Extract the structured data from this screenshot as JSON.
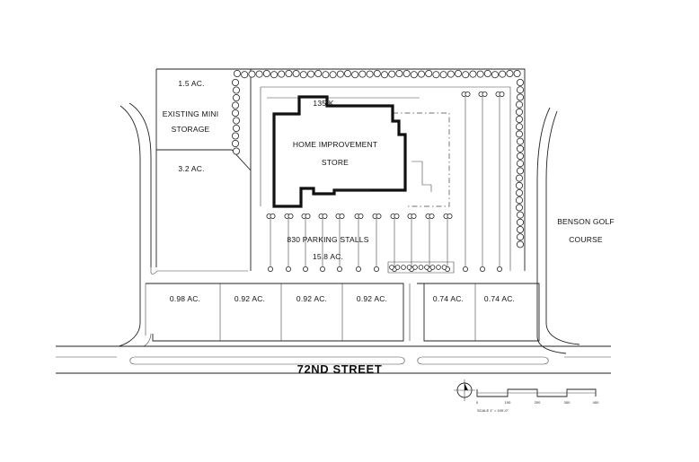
{
  "labels": {
    "mini_storage_acres": "1.5 AC.",
    "mini_storage_line1": "EXISTING MINI",
    "mini_storage_line2": "STORAGE",
    "west_parcel_acres": "3.2 AC.",
    "store_sf": "135 K",
    "store_line1": "HOME IMPROVEMENT",
    "store_line2": "STORE",
    "parking_stalls": "830 PARKING STALLS",
    "parking_acres": "15.8 AC.",
    "golf_line1": "BENSON GOLF",
    "golf_line2": "COURSE",
    "street": "72ND STREET"
  },
  "pads": [
    "0.98 AC.",
    "0.92 AC.",
    "0.92 AC.",
    "0.92 AC.",
    "0.74 AC.",
    "0.74 AC."
  ],
  "scale": {
    "text": "SCALE 1\" = 100'-0\"",
    "ticks": [
      "0",
      "100",
      "200",
      "300",
      "400"
    ]
  }
}
